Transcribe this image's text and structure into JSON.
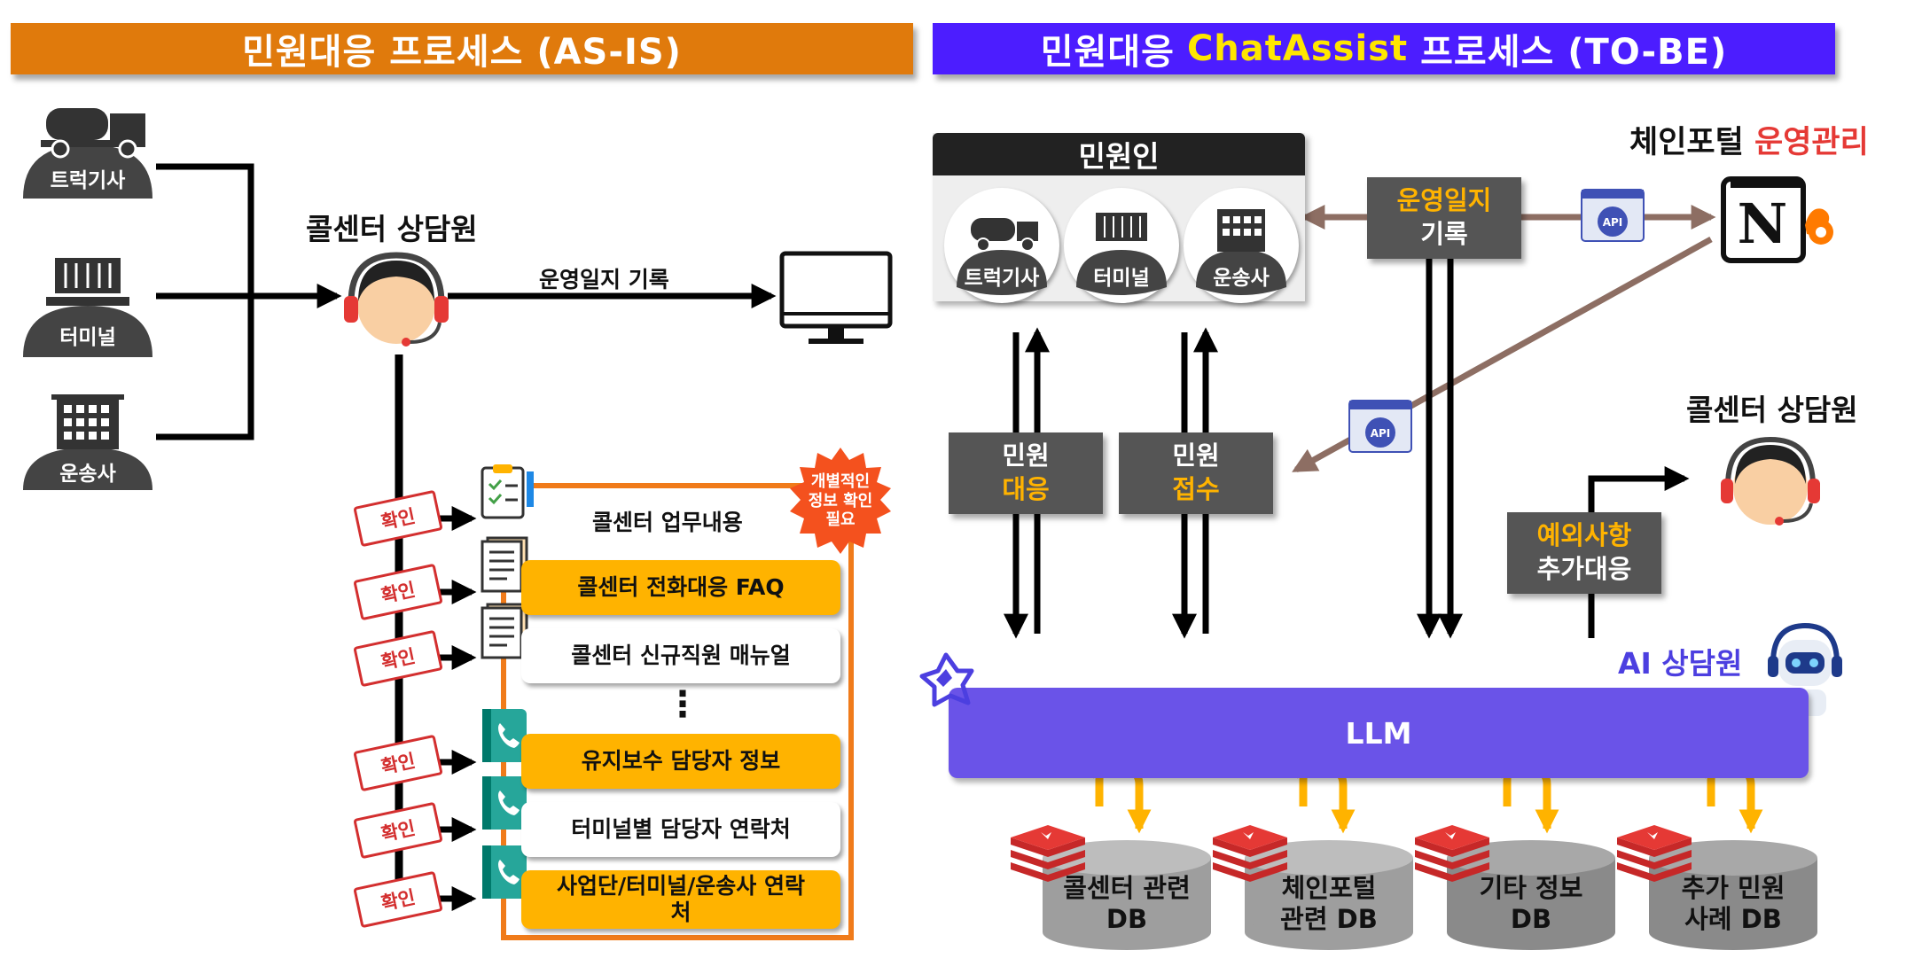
{
  "asis": {
    "banner": "민원대응 프로세스 (AS-IS)",
    "sources": [
      "트럭기사",
      "터미널",
      "운송사"
    ],
    "agent_label": "콜센터 상담원",
    "log_label": "운영일지 기록",
    "warning_badge": "개별적인 정보 확인 필요",
    "stamp_text": "확인",
    "docs": [
      {
        "label": "콜센터 업무내용"
      },
      {
        "label": "콜센터 전화대응 FAQ"
      },
      {
        "label": "콜센터 신규직원 매뉴얼"
      },
      {
        "label": "유지보수 담당자 정보"
      },
      {
        "label": "터미널별 담당자 연락처"
      },
      {
        "label": "사업단/터미널/운송사 연락처"
      }
    ],
    "ellipsis": "⋮"
  },
  "tobe": {
    "banner_prefix": "민원대응",
    "banner_highlight": "ChatAssist",
    "banner_suffix": "프로세스 (TO-BE)",
    "customer_title": "민원인",
    "customers": [
      "트럭기사",
      "터미널",
      "운송사"
    ],
    "log_box": {
      "line1": "운영일지",
      "line2": "기록"
    },
    "portal_label_black": "체인포털",
    "portal_label_red": "운영관리",
    "api_label": "API",
    "respond_box": {
      "line1": "민원",
      "line2": "대응"
    },
    "receive_box": {
      "line1": "민원",
      "line2": "접수"
    },
    "agent_label": "콜센터 상담원",
    "exception_box": {
      "line1": "예외사항",
      "line2": "추가대응"
    },
    "ai_label": "AI 상담원",
    "llm_label": "LLM",
    "dbs": [
      {
        "line1": "콜센터 관련",
        "line2": "DB"
      },
      {
        "line1": "체인포털",
        "line2": "관련 DB"
      },
      {
        "line1": "기타 정보",
        "line2": "DB"
      },
      {
        "line1": "추가 민원",
        "line2": "사례 DB"
      }
    ]
  },
  "colors": {
    "asis_orange": "#E07A0C",
    "tobe_purple": "#4C1DFF",
    "highlight_yellow": "#FFE600",
    "card_yellow": "#FFB300",
    "llm_purple": "#6A53E8",
    "stamp_red": "#D32F2F",
    "flow_brown": "#8D6E63"
  }
}
